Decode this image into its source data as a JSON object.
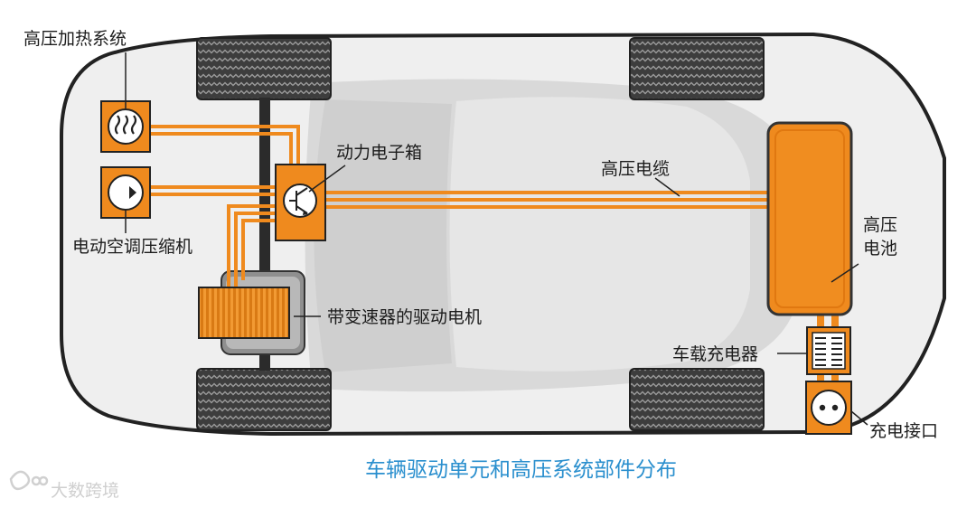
{
  "labels": {
    "hv_heating": "高压加热系统",
    "ac_compressor": "电动空调压缩机",
    "power_electronics": "动力电子箱",
    "hv_cable": "高压电缆",
    "hv_battery_line1": "高压",
    "hv_battery_line2": "电池",
    "drive_motor": "带变速器的驱动电机",
    "onboard_charger": "车载充电器",
    "charging_port": "充电接口"
  },
  "caption": "车辆驱动单元和高压系统部件分布",
  "watermark": "大数跨境",
  "colors": {
    "orange": "#ef8a1e",
    "orange_light": "#f6b35a",
    "body": "#efefef",
    "tire": "#3a3a3a",
    "caption": "#2a8fce"
  },
  "icons": [
    "heater-icon",
    "compressor-icon",
    "transistor-icon",
    "charger-coil-icon",
    "socket-icon"
  ]
}
